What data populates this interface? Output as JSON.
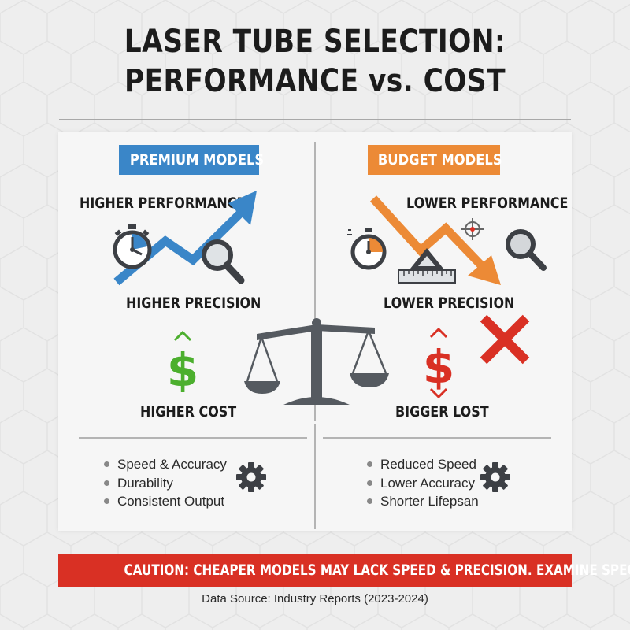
{
  "title": {
    "line1": "LASER TUBE SELECTION:",
    "line2": "PERFORMANCE vs. COST"
  },
  "premium": {
    "badge": "PREMIUM MODELS",
    "performance": "HIGHER PERFORMANCE",
    "precision": "HIGHER PRECISION",
    "cost": "HIGHER COST",
    "bullets": [
      "Speed & Accuracy",
      "Durability",
      "Consistent Output"
    ],
    "icons": [
      "stopwatch-icon",
      "magnifier-icon",
      "trend-up-arrow-icon",
      "dollar-up-icon",
      "gear-icon"
    ]
  },
  "budget": {
    "badge": "BUDGET MODELS",
    "performance": "LOWER PERFORMANCE",
    "precision": "LOWER PRECISION",
    "cost": "BIGGER LOST",
    "bullets": [
      "Reduced Speed",
      "Lower Accuracy",
      "Shorter Lifepsan"
    ],
    "icons": [
      "stopwatch-icon",
      "crosshair-icon",
      "ruler-icon",
      "magnifier-icon",
      "trend-down-arrow-icon",
      "dollar-up-down-icon",
      "red-x-icon",
      "gear-icon"
    ]
  },
  "center_icon": "balance-scale-icon",
  "caution": "CAUTION: CHEAPER MODELS MAY LACK SPEED & PRECISION. EXAMINE SPECS!",
  "source": "Data Source: Industry Reports (2023-2024)",
  "colors": {
    "blue": "#3a86c8",
    "orange": "#ec8a36",
    "green": "#4caf2e",
    "red": "#d93024",
    "dark": "#1c1c1c",
    "gray": "#555a60"
  }
}
